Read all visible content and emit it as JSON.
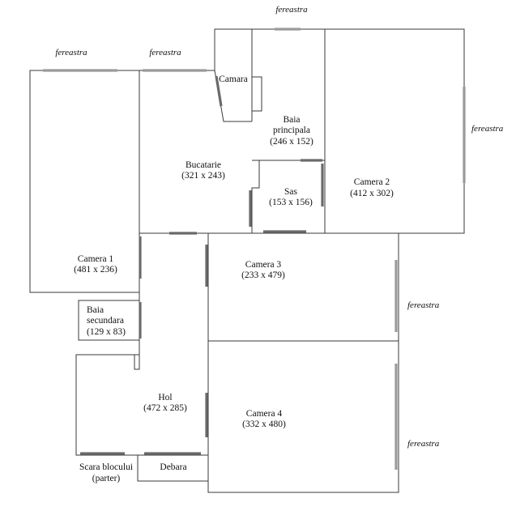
{
  "plan": {
    "colors": {
      "wall": "#3a3a3a",
      "door": "#6a6a6a",
      "window": "#9a9a9a",
      "text": "#111111"
    },
    "rooms": {
      "camera1": {
        "name": "Camera 1",
        "dims": "(481 x 236)"
      },
      "bucatarie": {
        "name": "Bucatarie",
        "dims": "(321 x 243)"
      },
      "camara": {
        "name": "Camara"
      },
      "baia_principala": {
        "name_line1": "Baia",
        "name_line2": "principala",
        "dims": "(246 x 152)"
      },
      "sas": {
        "name": "Sas",
        "dims": "(153 x 156)"
      },
      "camera2": {
        "name": "Camera 2",
        "dims": "(412 x 302)"
      },
      "camera3": {
        "name": "Camera 3",
        "dims": "(233 x 479)"
      },
      "baia_secundara": {
        "name_line1": "Baia",
        "name_line2": "secundara",
        "dims": "(129 x 83)"
      },
      "hol": {
        "name": "Hol",
        "dims": "(472 x 285)"
      },
      "camera4": {
        "name": "Camera 4",
        "dims": "(332 x 480)"
      },
      "scara": {
        "name_line1": "Scara blocului",
        "name_line2": "(parter)"
      },
      "debara": {
        "name": "Debara"
      }
    },
    "window_labels": {
      "top_center": "fereastra",
      "top_left_1": "fereastra",
      "top_left_2": "fereastra",
      "right_camera2": "fereastra",
      "right_camera3": "fereastra",
      "right_camera4": "fereastra"
    }
  }
}
